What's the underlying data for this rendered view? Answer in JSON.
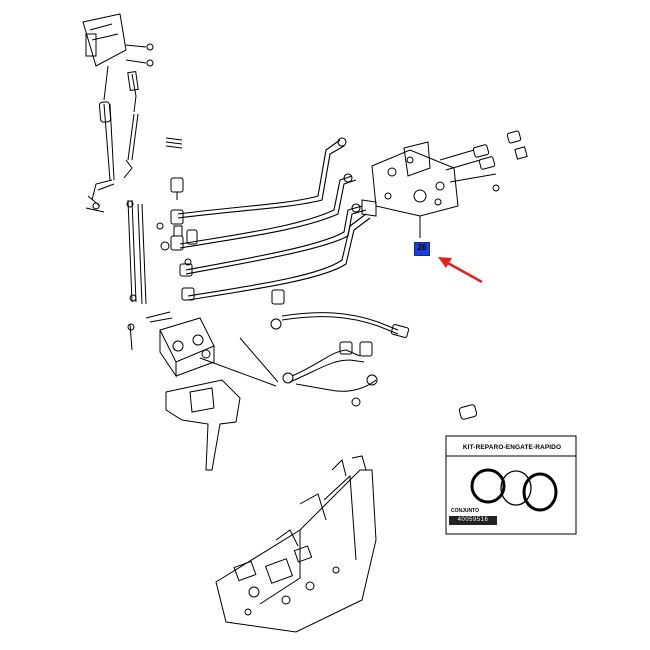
{
  "callout": {
    "number": "26",
    "color": "#1b3fd6"
  },
  "arrow": {
    "color": "#e2231a"
  },
  "kit": {
    "title": "KIT-REPARO-ENGATE-RAPIDO",
    "label": "CONJUNTO",
    "code": "40059516"
  },
  "line_color": "#000000"
}
